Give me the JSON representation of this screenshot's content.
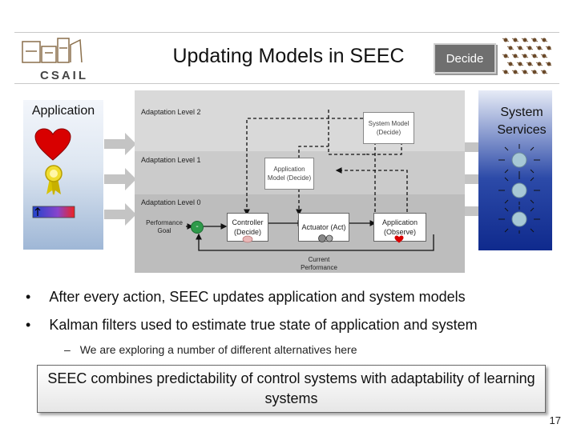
{
  "slide": {
    "title": "Updating Models in SEEC",
    "decide_badge": "Decide",
    "logo_text": "CSAIL",
    "application_label": "Application",
    "system_services_label": "System Services"
  },
  "diagram": {
    "level2_label": "Adaptation Level 2",
    "level1_label": "Adaptation Level 1",
    "level0_label": "Adaptation Level 0",
    "system_model": "System Model (Decide)",
    "application_model": "Application Model (Decide)",
    "performance_goal": "Performance Goal",
    "controller": "Controller (Decide)",
    "actuator": "Actuator (Act)",
    "application_observe": "Application (Observe)",
    "current_performance": "Current Performance",
    "summing_sign": "-"
  },
  "bullets": [
    "After every action, SEEC updates application and system models",
    "Kalman filters used to estimate true state of application and system"
  ],
  "sub_bullet": "We are exploring a number of different alternatives here",
  "summary": "SEEC combines predictability of control systems with adaptability of learning systems",
  "page_number": "17",
  "colors": {
    "heart": "#d80000",
    "sys_blue": "#1f3a9c",
    "badge": "#6f6f6f"
  }
}
